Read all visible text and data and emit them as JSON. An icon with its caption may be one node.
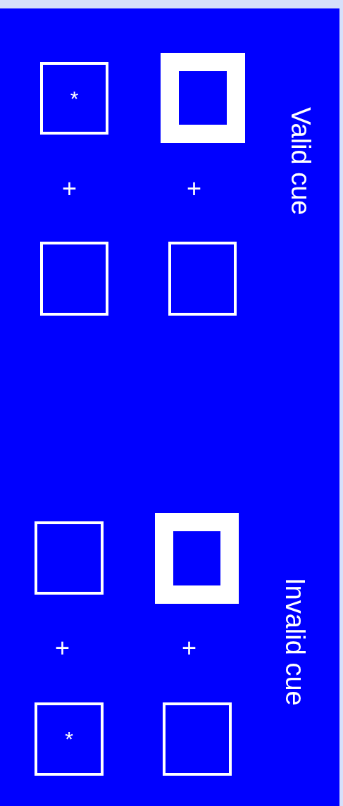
{
  "diagram": {
    "nodes": [
      {
        "text": [
          "*"
        ]
      },
      {
        "text": [],
        "shape": "box"
      },
      {
        "text": [],
        "shape": "box"
      },
      {
        "text": [],
        "shape": "box"
      },
      {
        "text": [],
        "shape": "box"
      },
      {
        "text": [],
        "shape": "box"
      },
      {
        "text": [
          "*"
        ]
      },
      {
        "text": [],
        "shape": "box"
      }
    ],
    "labels": [
      "+",
      "+",
      "Valid cue",
      "+",
      "+",
      "Invalid cue"
    ]
  }
}
